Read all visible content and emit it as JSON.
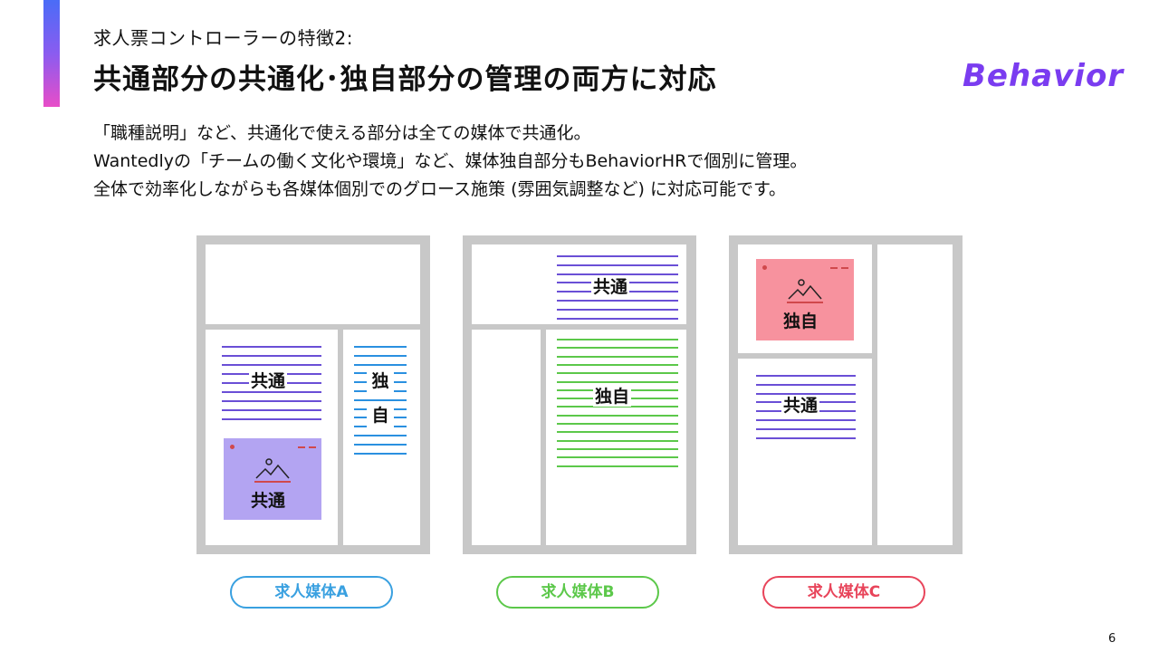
{
  "header": {
    "subtitle": "求人票コントローラーの特徴2:",
    "title": "共通部分の共通化･独自部分の管理の両方に対応",
    "logo": "Behavior"
  },
  "description": [
    "「職種説明」など、共通化で使える部分は全ての媒体で共通化。",
    "Wantedlyの「チームの働く文化や環境」など、媒体独自部分もBehaviorHRで個別に管理。",
    "全体で効率化しながらも各媒体個別でのグロース施策 (雰囲気調整など) に対応可能です。"
  ],
  "media": [
    {
      "name": "求人媒体A",
      "color": "#39a0e0",
      "blocks": [
        {
          "label": "共通",
          "color": "#6a4fd6"
        },
        {
          "label_top": "独",
          "label_bottom": "自",
          "color": "#2a90e0"
        },
        {
          "label": "共通",
          "color": "#b3a4f2"
        }
      ]
    },
    {
      "name": "求人媒体B",
      "color": "#5cc84a",
      "blocks": [
        {
          "label": "共通",
          "color": "#6a4fd6"
        },
        {
          "label": "独自",
          "color": "#5cc84a"
        }
      ]
    },
    {
      "name": "求人媒体C",
      "color": "#e8445a",
      "blocks": [
        {
          "label": "独自",
          "color": "#f7929e"
        },
        {
          "label": "共通",
          "color": "#6a4fd6"
        }
      ]
    }
  ],
  "colors": {
    "frame": "#c8c8c8",
    "logo": "#7a3cf0"
  },
  "icons": [
    "image-placeholder-icon"
  ],
  "page_number": "6"
}
